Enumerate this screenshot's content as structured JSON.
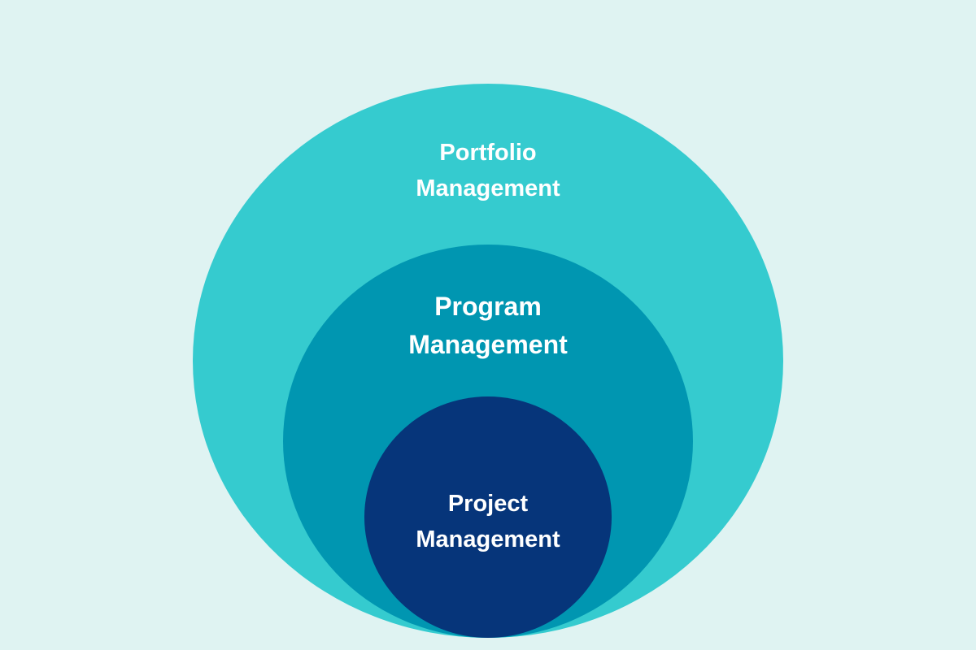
{
  "colors": {
    "background": "#dff3f2",
    "portfolio": "#35cbcf",
    "program": "#0096b1",
    "project": "#06357a",
    "text": "#ffffff"
  },
  "portfolio": {
    "line1": "Portfolio",
    "line2": "Management"
  },
  "program": {
    "line1": "Program",
    "line2": "Management"
  },
  "project": {
    "line1": "Project",
    "line2": "Management"
  }
}
